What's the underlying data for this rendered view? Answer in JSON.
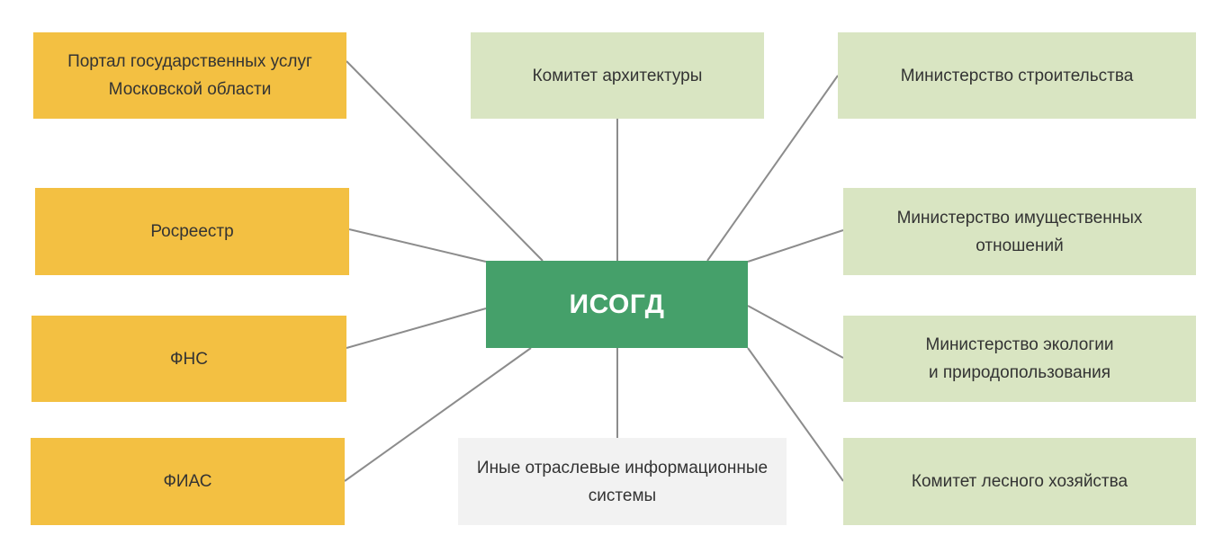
{
  "center": {
    "label": "ИСОГД",
    "color": "#45a06a"
  },
  "sources": [
    {
      "id": "portal",
      "label": "Портал государственных услуг\nМосковской области"
    },
    {
      "id": "rosreestr",
      "label": "Росреестр"
    },
    {
      "id": "fns",
      "label": "ФНС"
    },
    {
      "id": "fias",
      "label": "ФИАС"
    }
  ],
  "consumers": [
    {
      "id": "architecture",
      "label": "Комитет архитектуры"
    },
    {
      "id": "construction",
      "label": "Министерство строительства"
    },
    {
      "id": "property",
      "label": "Министерство имущественных\nотношений"
    },
    {
      "id": "ecology",
      "label": "Министерство экологии\nи природопользования"
    },
    {
      "id": "forestry",
      "label": "Комитет лесного хозяйства"
    }
  ],
  "other": {
    "label": "Иные отраслевые информационные\nсистемы"
  },
  "colors": {
    "source": "#f3c042",
    "consumer": "#d9e5c2",
    "other": "#f2f2f2",
    "connector": "#8c8c8c"
  }
}
